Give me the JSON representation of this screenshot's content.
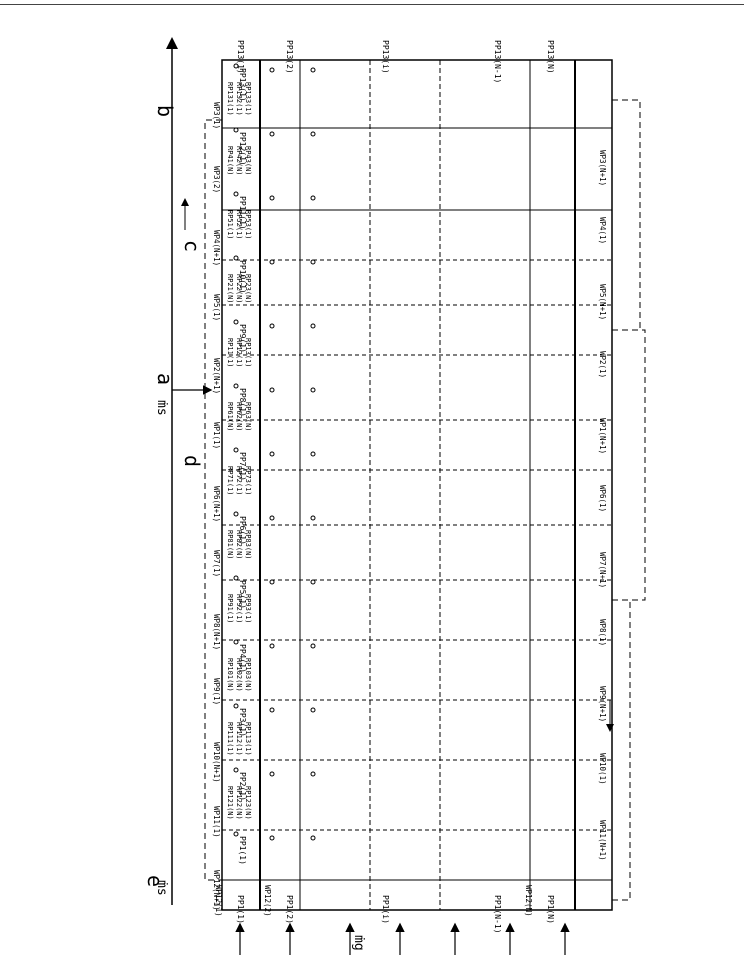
{
  "labels": {
    "a": "a",
    "b": "b",
    "c": "c",
    "d": "d",
    "e": "e",
    "ms": "ṁs",
    "mg": "ṁg"
  },
  "columns": [
    {
      "pp": "PP13(1)",
      "rp": [
        "RP131(1)",
        "RP132(1)",
        "RP133(1)"
      ],
      "wp": "WP3(1)"
    },
    {
      "pp": "PP12(1)",
      "rp": [
        "RP41(N)",
        "RP42(N)",
        "RP43(N)"
      ],
      "wp": "WP3(2)"
    },
    {
      "pp": "PP11(1)",
      "rp": [
        "RP51(1)",
        "RP52(1)",
        "RP53(1)"
      ],
      "wp": "WP4(N+1)"
    },
    {
      "pp": "PP10(1)",
      "rp": [
        "RP21(N)",
        "RP22(N)",
        "RP23(N)"
      ],
      "wp": "WP5(1)"
    },
    {
      "pp": "PP9(1)",
      "rp": [
        "RP11(1)",
        "RP12(1)",
        "RP13(1)"
      ],
      "wp": "WP2(N+1)"
    },
    {
      "pp": "PP8(1)",
      "rp": [
        "RP61(N)",
        "RP62(N)",
        "RP63(N)"
      ],
      "wp": "WP1(1)"
    },
    {
      "pp": "PP7(1)",
      "rp": [
        "RP71(1)",
        "RP72(1)",
        "RP73(1)"
      ],
      "wp": "WP6(N+1)"
    },
    {
      "pp": "PP6(1)",
      "rp": [
        "RP81(N)",
        "RP82(N)",
        "RP83(N)"
      ],
      "wp": "WP7(1)"
    },
    {
      "pp": "PP5(1)",
      "rp": [
        "RP91(1)",
        "RP92(1)",
        "RP93(1)"
      ],
      "wp": "WP8(N+1)"
    },
    {
      "pp": "PP4(1)",
      "rp": [
        "RP101(N)",
        "RP102(N)",
        "RP103(N)"
      ],
      "wp": "WP9(1)"
    },
    {
      "pp": "PP3(1)",
      "rp": [
        "RP111(1)",
        "RP112(1)",
        "RP113(1)"
      ],
      "wp": "WP10(N+1)"
    },
    {
      "pp": "PP2(1)",
      "rp": [
        "RP121(N)",
        "RP122(N)",
        "RP123(N)"
      ],
      "wp": "WP11(1)"
    },
    {
      "pp": "PP1(1)",
      "rp": [],
      "wp": "WP12(N+1)"
    }
  ],
  "rows": {
    "row1": {
      "pp": "PP1(1)",
      "wp": "WP12(1)",
      "end": "PP13(1)"
    },
    "row2": {
      "pp": "PP1(2)",
      "wp": "WP12(2)",
      "end": "PP13(2)"
    },
    "row3": {
      "pp": "PP1(i)",
      "end": "PP13(i)"
    },
    "row4": {
      "pp": "PP1(N-1)",
      "end": "PP13(N-1)"
    },
    "row5": {
      "pp": "PP1(N)",
      "wp": "WP12(N)",
      "end": "PP13(N)"
    }
  },
  "bottom_wp": [
    "WP11(N+1)",
    "WP10(1)",
    "WP9(N+1)",
    "WP8(1)",
    "WP7(N+1)",
    "WP6(1)",
    "WP1(N+1)",
    "WP2(1)",
    "WP5(N+1)",
    "WP4(1)",
    "WP3(N+1)"
  ]
}
